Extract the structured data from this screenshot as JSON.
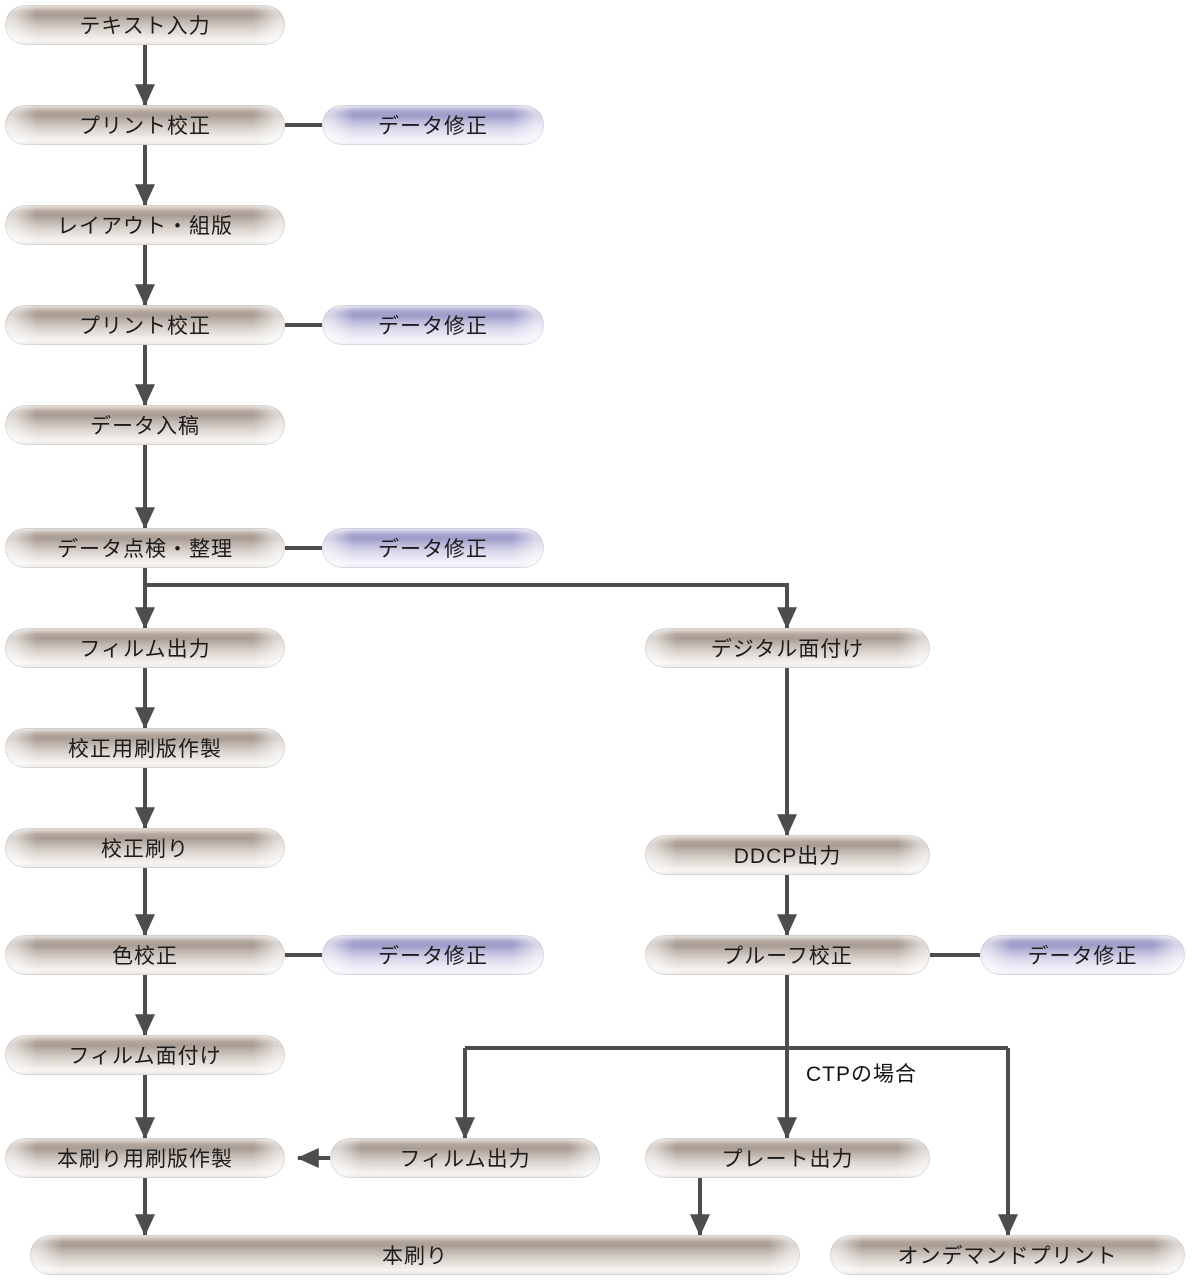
{
  "diagram": {
    "nodes": {
      "text_input": {
        "label": "テキスト入力"
      },
      "print_proof_1": {
        "label": "プリント校正"
      },
      "data_fix_1": {
        "label": "データ修正"
      },
      "layout_typesetting": {
        "label": "レイアウト・組版"
      },
      "print_proof_2": {
        "label": "プリント校正"
      },
      "data_fix_2": {
        "label": "データ修正"
      },
      "data_submission": {
        "label": "データ入稿"
      },
      "data_check": {
        "label": "データ点検・整理"
      },
      "data_fix_3": {
        "label": "データ修正"
      },
      "film_output_left": {
        "label": "フィルム出力"
      },
      "proof_plate_making": {
        "label": "校正用刷版作製"
      },
      "proof_printing": {
        "label": "校正刷り"
      },
      "color_proof": {
        "label": "色校正"
      },
      "data_fix_4": {
        "label": "データ修正"
      },
      "film_imposition": {
        "label": "フィルム面付け"
      },
      "final_plate_making": {
        "label": "本刷り用刷版作製"
      },
      "final_printing": {
        "label": "本刷り"
      },
      "digital_imposition": {
        "label": "デジタル面付け"
      },
      "ddcp_output": {
        "label": "DDCP出力"
      },
      "proof_check": {
        "label": "プルーフ校正"
      },
      "data_fix_5": {
        "label": "データ修正"
      },
      "film_output_center": {
        "label": "フィルム出力"
      },
      "plate_output": {
        "label": "プレート出力"
      },
      "on_demand_print": {
        "label": "オンデマンドプリント"
      }
    },
    "annotations": {
      "ctp_case": "CTPの場合"
    },
    "colors": {
      "node_accent": "#a89c93",
      "fix_accent": "#9e9bc8",
      "arrow": "#4d4d4d"
    }
  }
}
